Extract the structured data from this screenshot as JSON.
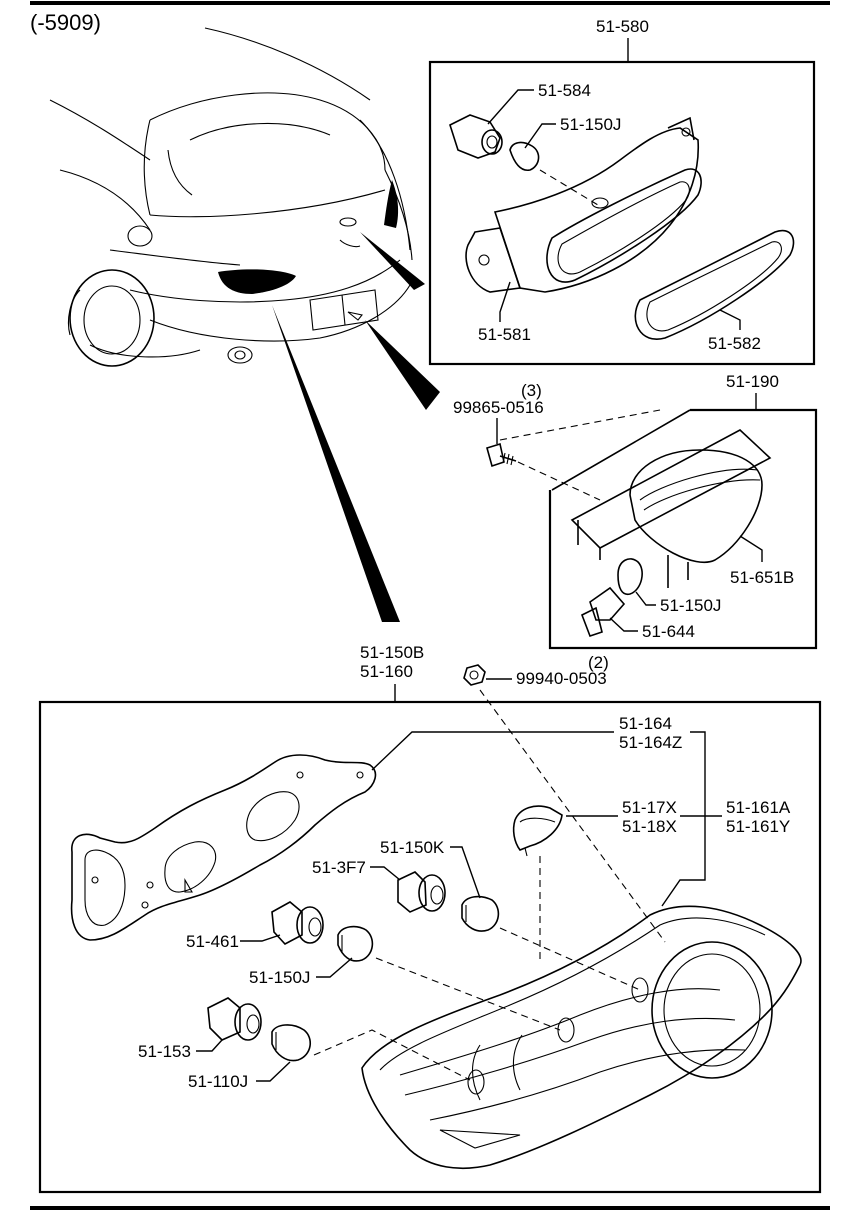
{
  "header": {
    "serial_range": "(-5909)"
  },
  "groups": {
    "high_mount_stop_lamp": "51-580",
    "license_lamp": "51-190",
    "rear_combination_lamp_a": "51-150B",
    "rear_combination_lamp_b": "51-160"
  },
  "parts": {
    "socket_hmsl": "51-584",
    "bulb_hmsl": "51-150J",
    "hmsl_body": "51-581",
    "hmsl_gasket": "51-582",
    "screw": "99865-0516",
    "screw_qty": "(3)",
    "license_lens": "51-651B",
    "license_bulb": "51-150J",
    "license_socket": "51-644",
    "nut": "99940-0503",
    "nut_qty": "(2)",
    "gasket_a": "51-164",
    "gasket_b": "51-164Z",
    "reflector_a": "51-17X",
    "reflector_b": "51-18X",
    "lamp_body_a": "51-161A",
    "lamp_body_b": "51-161Y",
    "bulb_k": "51-150K",
    "socket_3f7": "51-3F7",
    "socket_461": "51-461",
    "bulb_j": "51-150J",
    "socket_153": "51-153",
    "bulb_110j": "51-110J"
  }
}
